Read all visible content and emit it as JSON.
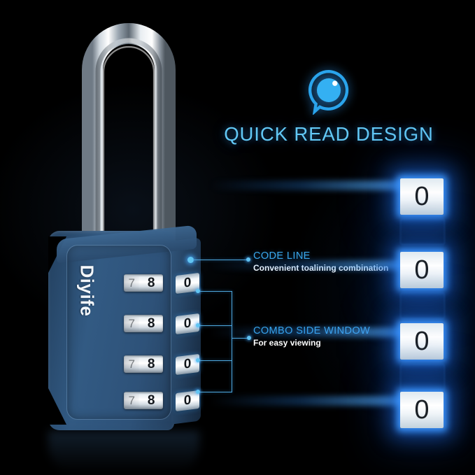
{
  "page": {
    "background_color": "#000000",
    "accent_color": "#3aa9ee",
    "lock_body_color": "#2f5279"
  },
  "headline": {
    "icon_name": "quick-read-eye-icon",
    "text": "QUICK READ DESIGN",
    "color": "#62c8f5"
  },
  "product": {
    "brand": "Diyife",
    "front_dials": [
      {
        "previous": "7",
        "current": "8"
      },
      {
        "previous": "7",
        "current": "8"
      },
      {
        "previous": "7",
        "current": "8"
      },
      {
        "previous": "7",
        "current": "8"
      }
    ],
    "side_windows": [
      "0",
      "0",
      "0",
      "0"
    ]
  },
  "callouts": [
    {
      "id": "code-line",
      "title": "CODE LINE",
      "subtitle": "Convenient toalining combination"
    },
    {
      "id": "combo-side-window",
      "title": "COMBO SIDE WINDOW",
      "subtitle": "For easy viewing"
    }
  ],
  "magnified_windows": [
    {
      "value": "0"
    },
    {
      "value": "0"
    },
    {
      "value": "0"
    },
    {
      "value": "0"
    }
  ]
}
